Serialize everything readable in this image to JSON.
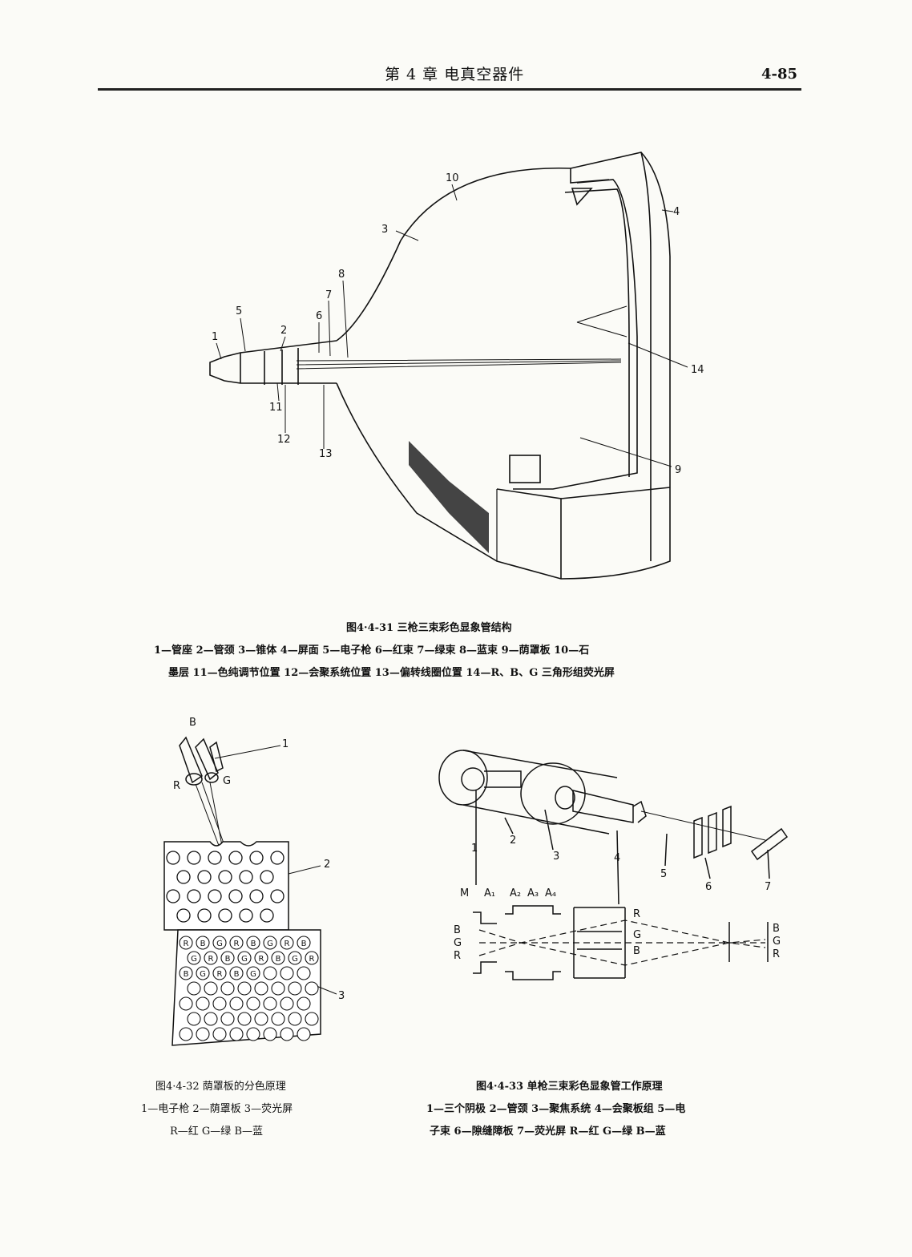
{
  "header": {
    "chapter_title": "第 4 章   电真空器件",
    "page_number": "4-85"
  },
  "fig31": {
    "labels": [
      "1",
      "5",
      "2",
      "6",
      "7",
      "8",
      "3",
      "10",
      "4",
      "14",
      "9",
      "11",
      "12",
      "13"
    ],
    "caption_title": "图4·4-31   三枪三束彩色显象管结构",
    "legend_line1": "1—管座   2—管颈   3—锥体   4—屏面   5—电子枪   6—红束   7—绿束   8—蓝束   9—荫罩板   10—石",
    "legend_line2": "墨层   11—色纯调节位置   12—会聚系统位置   13—偏转线圈位置   14—R、B、G 三角形组荧光屏"
  },
  "fig32": {
    "labels": [
      "B",
      "R",
      "G",
      "1",
      "2",
      "3"
    ],
    "dots": [
      "R",
      "B",
      "G",
      "R",
      "B",
      "G",
      "R",
      "B",
      "G",
      "R",
      "B",
      "G",
      "R",
      "B",
      "G",
      "R",
      "B",
      "G",
      "R",
      "B",
      "G"
    ],
    "caption_title": "图4·4-32   荫罩板的分色原理",
    "legend_line1": "1—电子枪   2—荫罩板   3—荧光屏",
    "legend_line2": "R—红   G—绿   B—蓝"
  },
  "fig33": {
    "labels": [
      "1",
      "2",
      "3",
      "4",
      "5",
      "6",
      "7",
      "M",
      "A₁",
      "A₂",
      "A₃",
      "A₄",
      "B",
      "G",
      "R",
      "R",
      "G",
      "B",
      "B",
      "G",
      "R"
    ],
    "caption_title": "图4·4-33   单枪三束彩色显象管工作原理",
    "legend_line1": "1—三个阴极   2—管颈   3—聚焦系统   4—会聚板组   5—电",
    "legend_line2": "子束   6—隙缝障板   7—荧光屏   R—红   G—绿   B—蓝"
  }
}
